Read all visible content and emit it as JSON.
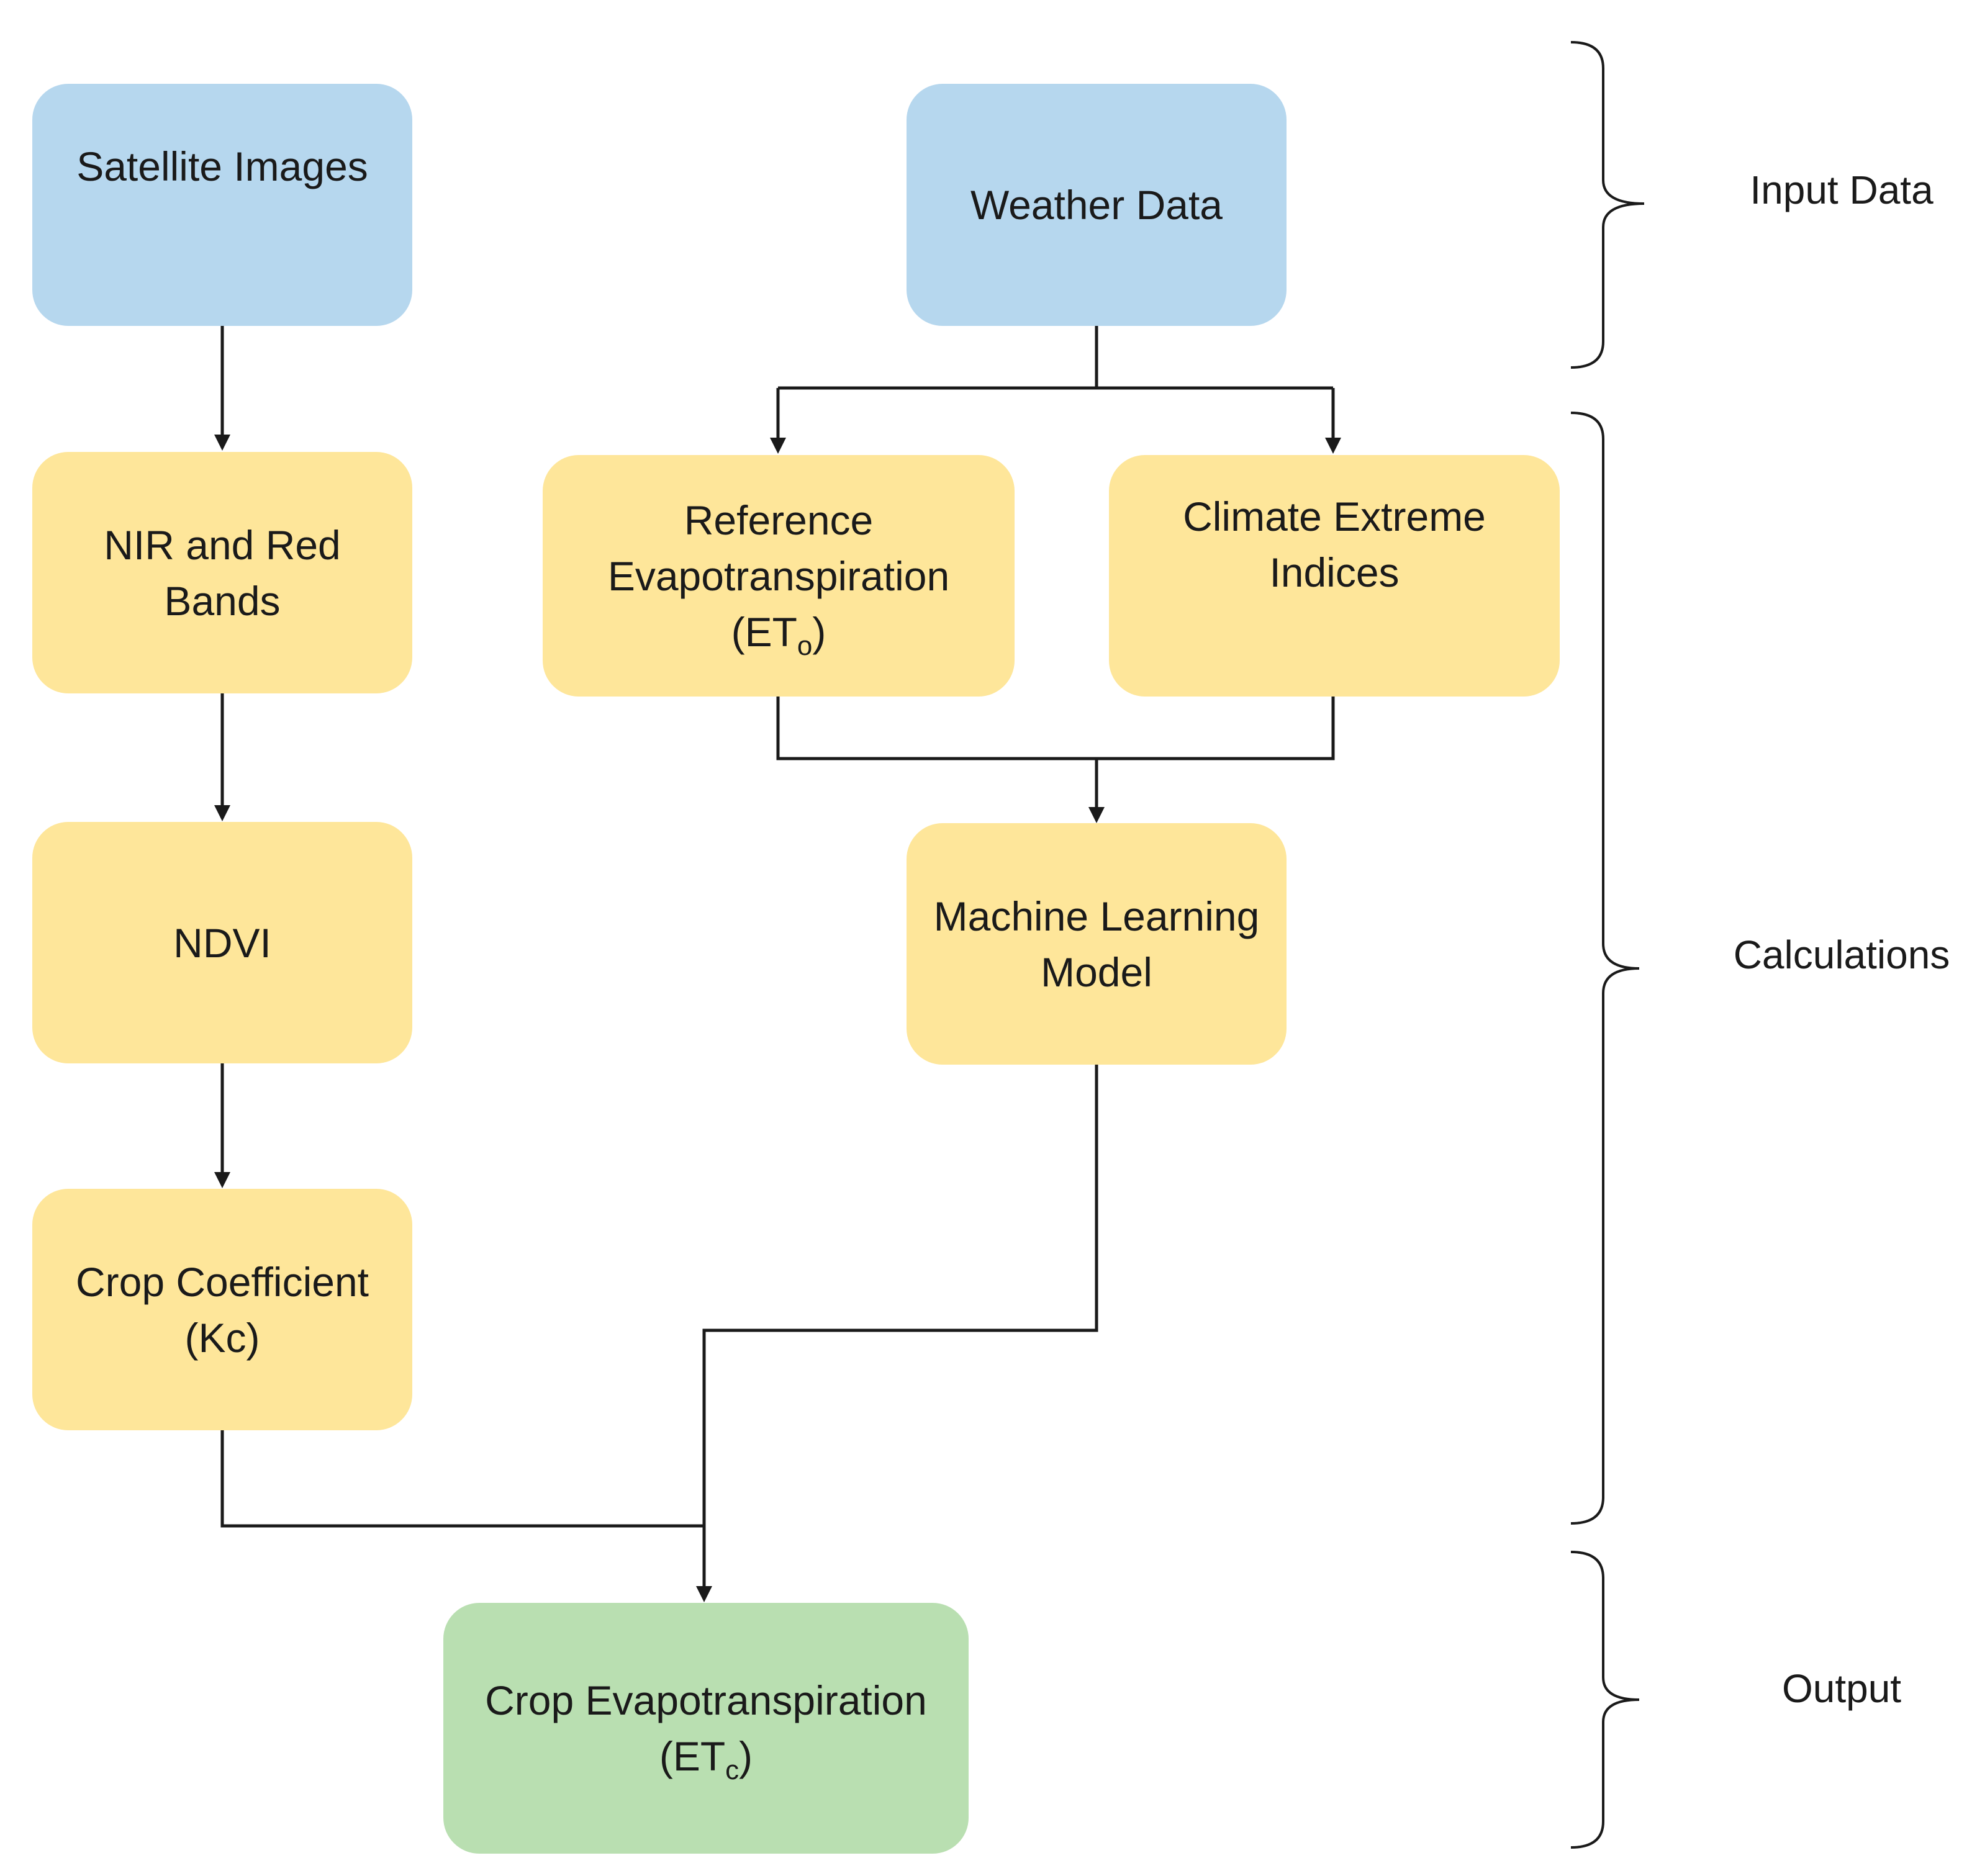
{
  "nodes": {
    "satellite_images": {
      "label": "Satellite Images"
    },
    "weather_data": {
      "label": "Weather Data"
    },
    "nir_red_bands": {
      "line1": "NIR and Red",
      "line2": "Bands"
    },
    "reference_et": {
      "line1": "Reference",
      "line2": "Evapotranspiration",
      "line3_prefix": "(ET",
      "line3_sub": "o",
      "line3_suffix": ")"
    },
    "climate_indices": {
      "line1": "Climate Extreme",
      "line2": "Indices"
    },
    "ndvi": {
      "label": "NDVI"
    },
    "ml_model": {
      "line1": "Machine Learning",
      "line2": "Model"
    },
    "crop_coefficient": {
      "line1": "Crop Coefficient",
      "line2": "(Kc)"
    },
    "crop_et": {
      "line1": "Crop Evapotranspiration",
      "line2_prefix": "(ET",
      "line2_sub": "c",
      "line2_suffix": ")"
    }
  },
  "stages": {
    "input": "Input Data",
    "calculations": "Calculations",
    "output": "Output"
  },
  "colors": {
    "input_fill": "#b6d7ee",
    "calculation_fill": "#fee69a",
    "output_fill": "#b9dfb1",
    "connector": "#1a1a1a"
  }
}
